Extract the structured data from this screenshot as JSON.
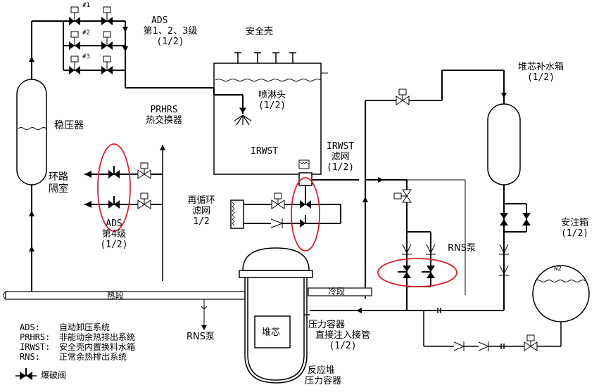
{
  "labels": {
    "valve1": "#1",
    "valve2": "#2",
    "valve3": "#3",
    "ads_stage123_l1": "ADS",
    "ads_stage123_l2": "第1、2、3级",
    "ads_stage123_l3": "(1/2)",
    "containment": "安全壳",
    "pressurizer": "稳压器",
    "spray_head_l1": "喷淋头",
    "spray_head_l2": "(1/2)",
    "prhrs_l1": "PRHRS",
    "prhrs_l2": "热交换器",
    "irwst": "IRWST",
    "irwst_screen_l1": "IRWST",
    "irwst_screen_l2": "滤网",
    "irwst_screen_l3": "(1/2)",
    "loop_compartment_l1": "环路",
    "loop_compartment_l2": "隔室",
    "ads4_l1": "ADS",
    "ads4_l2": "第4级",
    "ads4_l3": "(1/2)",
    "recirc_screen_l1": "再循环",
    "recirc_screen_l2": "滤网",
    "recirc_screen_l3": "1/2",
    "cmt_l1": "堆芯补水箱",
    "cmt_l2": "(1/2)",
    "accumulator_l1": "安注箱",
    "accumulator_l2": "(1/2)",
    "rns_pump_right": "RNS泵",
    "n2": "N2",
    "hot_leg": "热段",
    "cold_leg": "冷段",
    "rns_pump_bottom": "RNS泵",
    "core": "堆芯",
    "dvi_l1": "压力容器",
    "dvi_l2": "直接注入接管",
    "dvi_l3": "(1/2)",
    "rpv_l1": "反应堆",
    "rpv_l2": "压力容器"
  },
  "legend": [
    {
      "key": "ADS:",
      "value": "自动卸压系统"
    },
    {
      "key": "PRHRS:",
      "value": "非能动余热排出系统"
    },
    {
      "key": "IRWST:",
      "value": "安全壳内置换料水箱"
    },
    {
      "key": "RNS:",
      "value": "正常余热排出系统"
    }
  ],
  "legend_squib_label": "爆破阀",
  "highlight_color": "#e0202a"
}
